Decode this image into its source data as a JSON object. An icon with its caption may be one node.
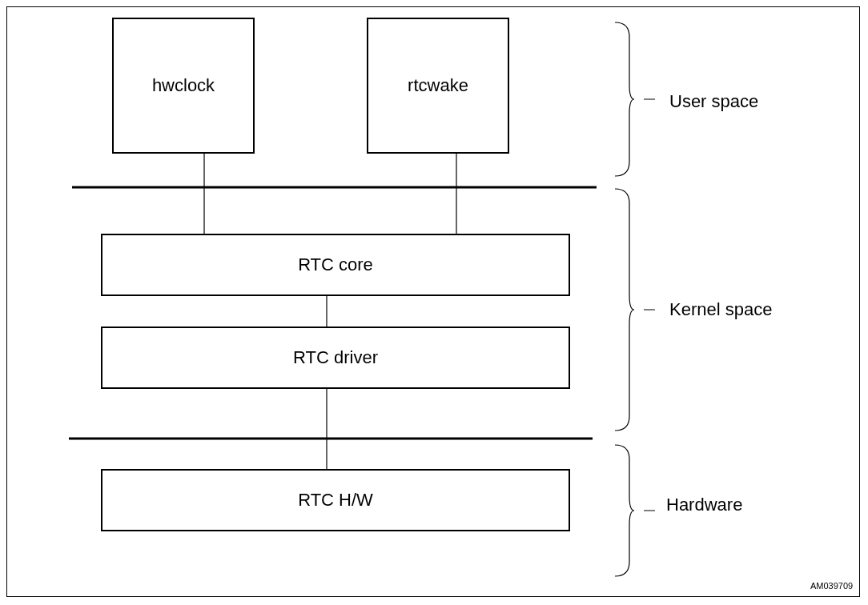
{
  "diagram": {
    "nodes": [
      {
        "text": [
          "hwclock"
        ]
      },
      {
        "text": [
          "rtcwake"
        ]
      },
      {
        "text": [
          "RTC core"
        ]
      },
      {
        "text": [
          "RTC driver"
        ]
      },
      {
        "text": [
          "RTC H/W"
        ]
      }
    ],
    "edges": [
      {
        "from": 0,
        "to": 2,
        "arrow": "none"
      },
      {
        "from": 1,
        "to": 2,
        "arrow": "none"
      },
      {
        "from": 2,
        "to": 3,
        "arrow": "none"
      },
      {
        "from": 3,
        "to": 4,
        "arrow": "none"
      }
    ],
    "labels": [
      "User space",
      "Kernel space",
      "Hardware",
      "AM039709"
    ]
  }
}
